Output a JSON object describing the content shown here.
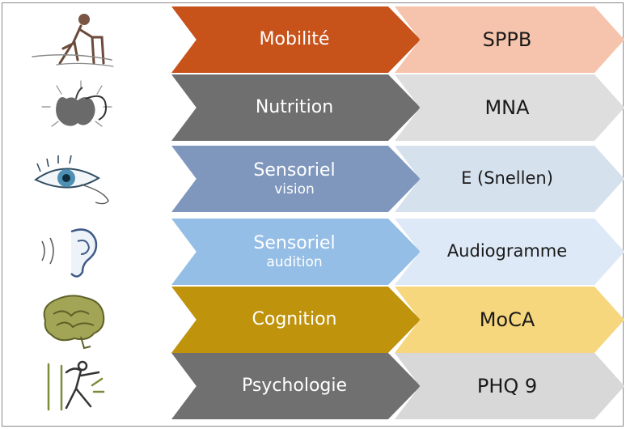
{
  "rows": [
    {
      "category": "Mobilité",
      "sub": "",
      "test": "SPPB",
      "icon": "walker-icon",
      "left_color": "#c7531b",
      "right_color": "#f6c4ad"
    },
    {
      "category": "Nutrition",
      "sub": "",
      "test": "MNA",
      "icon": "apple-icon",
      "left_color": "#6f6f6f",
      "right_color": "#dedede"
    },
    {
      "category": "Sensoriel",
      "sub": "vision",
      "test": "E (Snellen)",
      "icon": "eye-icon",
      "left_color": "#7f97bd",
      "right_color": "#d6e1ee"
    },
    {
      "category": "Sensoriel",
      "sub": "audition",
      "test": "Audiogramme",
      "icon": "ear-icon",
      "left_color": "#95bee6",
      "right_color": "#dde9f6"
    },
    {
      "category": "Cognition",
      "sub": "",
      "test": "MoCA",
      "icon": "brain-icon",
      "left_color": "#bf930b",
      "right_color": "#f6d77d"
    },
    {
      "category": "Psychologie",
      "sub": "",
      "test": "PHQ 9",
      "icon": "figure-icon",
      "left_color": "#707070",
      "right_color": "#d8d8d8"
    }
  ]
}
